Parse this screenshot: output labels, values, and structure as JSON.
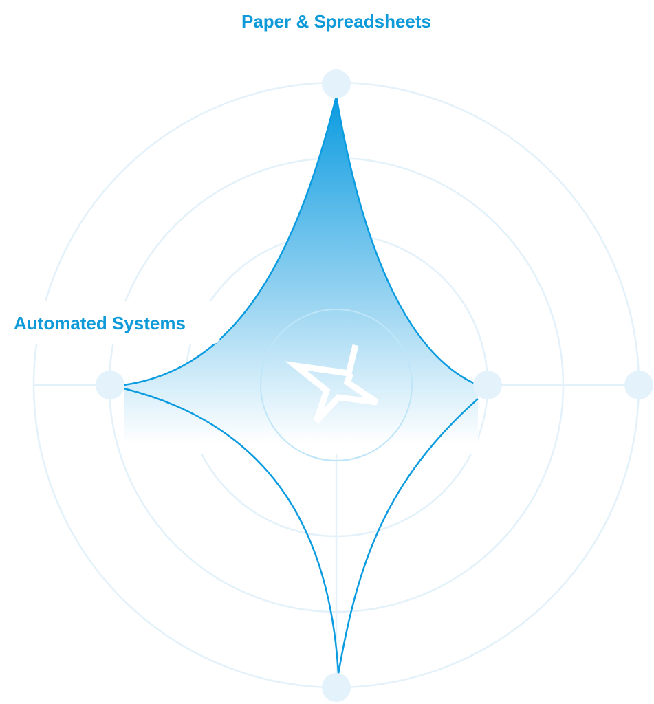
{
  "diagram": {
    "axes": [
      {
        "label": "Paper & Spreadsheets",
        "position": "top"
      },
      {
        "label": "Automated Systems",
        "position": "left"
      }
    ],
    "center_icon": "four-point-star-icon",
    "colors": {
      "accent": "#0e9ad9",
      "grid": "#e3f1fa",
      "node": "#e4f2fb"
    }
  }
}
